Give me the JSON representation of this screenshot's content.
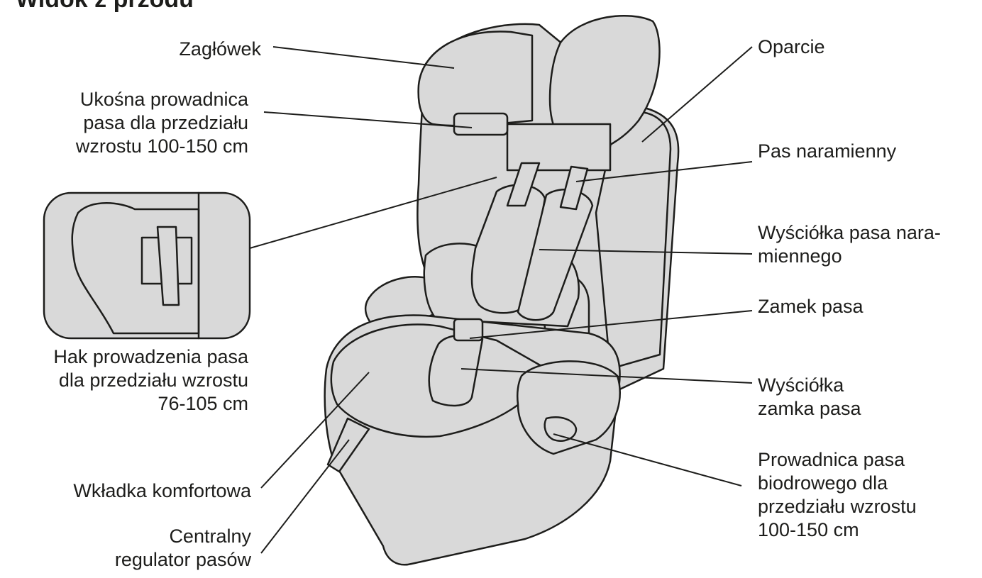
{
  "title": "Widok z przodu",
  "labels": {
    "headrest": [
      "Zagłówek"
    ],
    "diagonal_guide": [
      "Ukośna prowadnica",
      "pasa dla przedziału",
      "wzrostu 100-150 cm"
    ],
    "hook_guide": [
      "Hak prowadzenia pasa",
      "dla przedziału wzrostu",
      "76-105 cm"
    ],
    "comfort_insert": [
      "Wkładka komfortowa"
    ],
    "central_adjuster": [
      "Centralny",
      "regulator pasów"
    ],
    "backrest": [
      "Oparcie"
    ],
    "shoulder_belt": [
      "Pas naramienny"
    ],
    "shoulder_pad": [
      "Wyściółka pasa nara-",
      "miennego"
    ],
    "buckle": [
      "Zamek pasa"
    ],
    "buckle_pad": [
      "Wyściółka",
      "zamka pasa"
    ],
    "lap_guide": [
      "Prowadnica pasa",
      "biodrowego dla",
      "przedziału wzrostu",
      "100-150 cm"
    ]
  },
  "colors": {
    "line": "#1d1d1b",
    "fill": "#d9d9d9",
    "background": "#ffffff"
  }
}
